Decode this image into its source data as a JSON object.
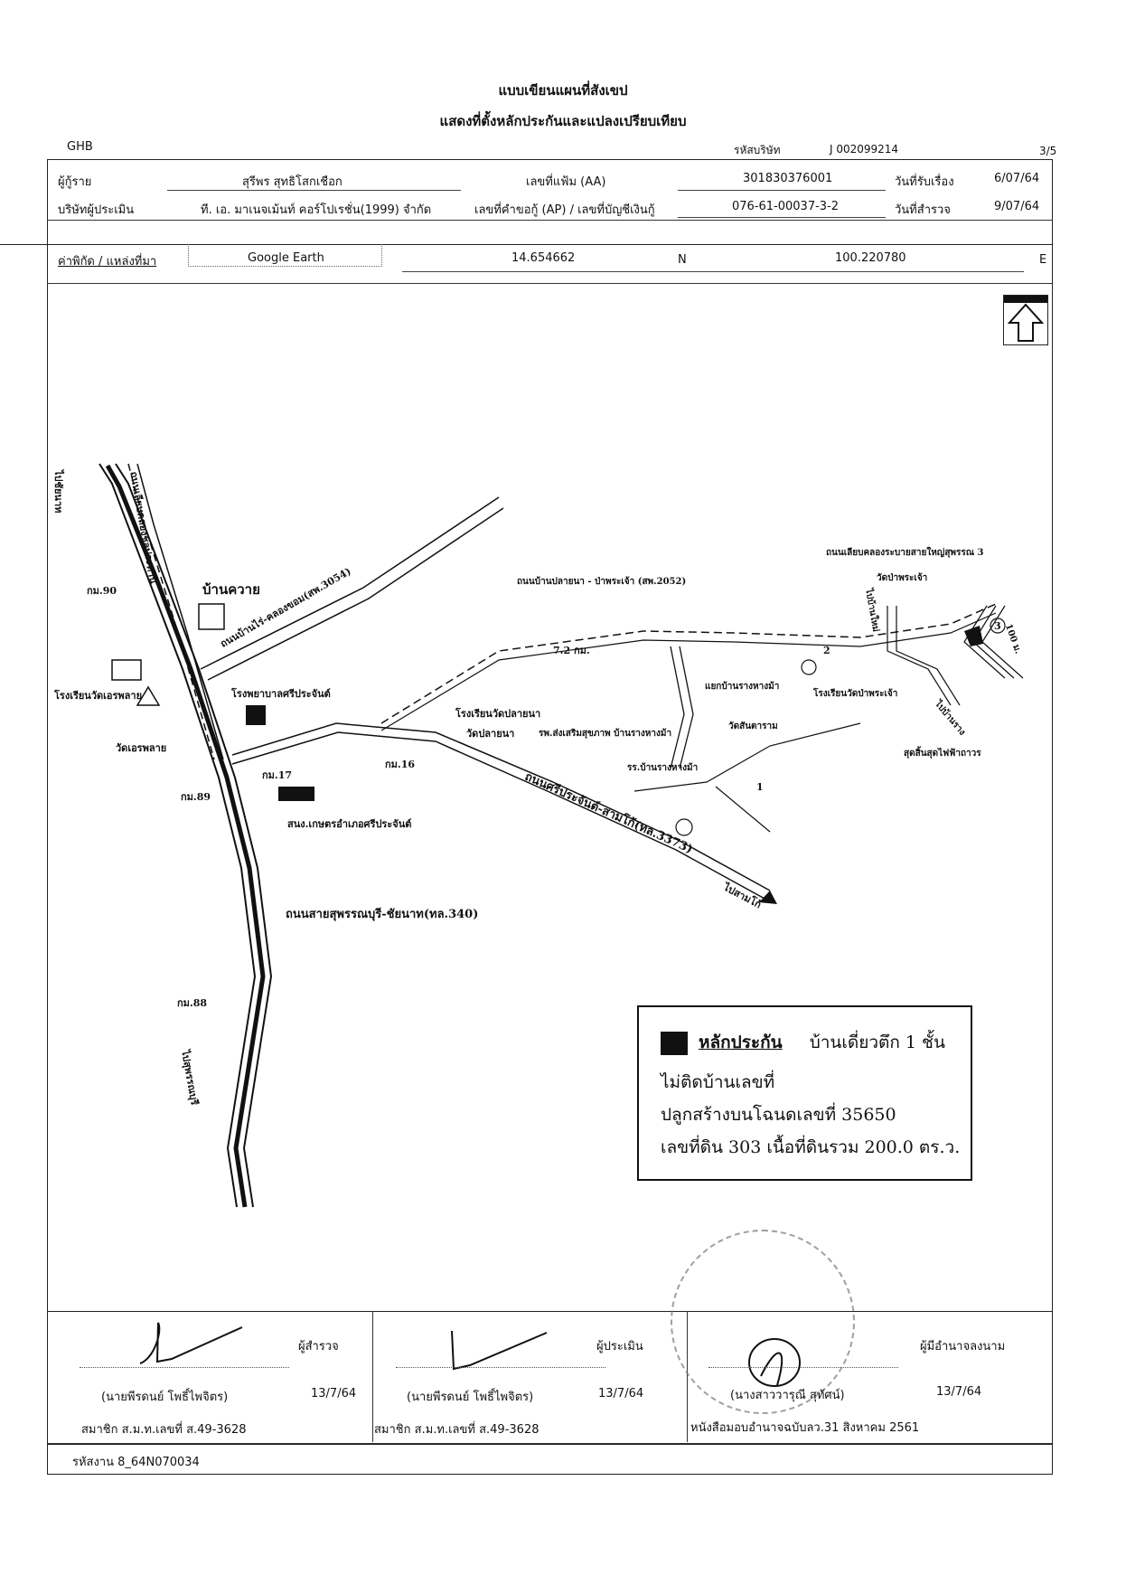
{
  "header": {
    "title": "แบบเขียนแผนที่สังเขป",
    "subtitle": "แสดงที่ตั้งหลักประกันและแปลงเปรียบเทียบ",
    "org": "GHB",
    "company_code_label": "รหัสบริษัท",
    "company_code": "J 002099214",
    "page": "3/5"
  },
  "info": {
    "borrower_label": "ผู้กู้ราย",
    "borrower": "สุรีพร สุทธิโสกเชือก",
    "file_no_label": "เลขที่แฟ้ม (AA)",
    "file_no": "301830376001",
    "received_label": "วันที่รับเรื่อง",
    "received": "6/07/64",
    "appraiser_co_label": "บริษัทผู้ประเมิน",
    "appraiser_co": "ที. เอ. มาเนจเม้นท์ คอร์โปเรชั่น(1999) จำกัด",
    "loan_no_label": "เลขที่คำขอกู้ (AP) / เลขที่บัญชีเงินกู้",
    "loan_no": "076-61-00037-3-2",
    "survey_label": "วันที่สำรวจ",
    "survey": "9/07/64",
    "coord_label": "ค่าพิกัด / แหล่งที่มา",
    "coord_source": "Google Earth",
    "lat": "14.654662",
    "lat_dir": "N",
    "lon": "100.220780",
    "lon_dir": "E"
  },
  "map": {
    "north_label": "ทิศเหนือ",
    "labels": {
      "to_chainat": "ไปชัยนาท",
      "road_canal": "ถนนเลียบคลองชลประทาน",
      "km90": "กม.90",
      "ban_kwai": "บ้านควาย",
      "road_3054": "ถนนบ้านไร่-คลองขอม(สพ.3054)",
      "school_erawlai": "โรงเรียนวัดเอรพลาย",
      "wat_erawlai": "วัดเอรพลาย",
      "hospital": "โรงพยาบาลศรีประจันต์",
      "km89": "กม.89",
      "km17": "กม.17",
      "agri_office": "สนง.เกษตรอำเภอศรีประจันต์",
      "road_340": "ถนนสายสุพรรณบุรี-ชัยนาท(ทล.340)",
      "km88": "กม.88",
      "to_suphan": "ไปสุพรรณบุรี",
      "road_2052": "ถนนบ้านปลายนา - ป่าพระเจ้า (สพ.2052)",
      "dist_72": "7.2 กม.",
      "school_plaina": "โรงเรียนวัดปลายนา",
      "wat_plaina": "วัดปลายนา",
      "km16": "กม.16",
      "junction": "แยกบ้านรางหางม้า",
      "health_center": "รพ.ส่งเสริมสุขภาพ บ้านรางหางม้า",
      "wat_santaram": "วัดสันตาราม",
      "school_rang": "รร.บ้านรางหางม้า",
      "road_3373": "ถนนศรีประจันต์-สามโก้(ทล.3373)",
      "to_samko": "ไปสามโก้",
      "road_canal3": "ถนนเลียบคลองระบายสายใหญ่สุพรรณ 3",
      "wat_papra": "วัดป่าพระเจ้า",
      "to_ban_mai": "ไปบ้านใหม่",
      "school_papra": "โรงเรียนวัดป่าพระเจ้า",
      "to_rang": "ไปบ้านราง",
      "end_power": "สุดสิ้นสุดไฟฟ้าถาวร",
      "dist_100": "100 ม.",
      "n1": "1",
      "n2": "2",
      "n3": "3"
    }
  },
  "collateral": {
    "heading": "หลักประกัน",
    "type": "บ้านเดี่ยวตึก 1 ชั้น",
    "line2": "ไม่ติดบ้านเลขที่",
    "line3": "ปลูกสร้างบนโฉนดเลขที่  35650",
    "line4": "เลขที่ดิน 303 เนื้อที่ดินรวม 200.0 ตร.ว."
  },
  "signatures": {
    "surveyor_role": "ผู้สำรวจ",
    "surveyor_name": "(นายพีรดนย์ โพธิ์ไพจิตร)",
    "surveyor_date": "13/7/64",
    "surveyor_member": "สมาชิก ส.ม.ท.เลขที่ ส.49-3628",
    "appraiser_role": "ผู้ประเมิน",
    "appraiser_name": "(นายพีรดนย์ โพธิ์ไพจิตร)",
    "appraiser_date": "13/7/64",
    "appraiser_member": "สมาชิก ส.ม.ท.เลขที่ ส.49-3628",
    "authorized_role": "ผู้มีอำนาจลงนาม",
    "authorized_name": "(นางสาววารุณี สุทัศน์)",
    "authorized_date": "13/7/64",
    "authorized_letter": "หนังสือมอบอำนาจฉบับลว.31 สิงหาคม 2561"
  },
  "footer": {
    "job_code": "รหัสงาน 8_64N070034"
  }
}
